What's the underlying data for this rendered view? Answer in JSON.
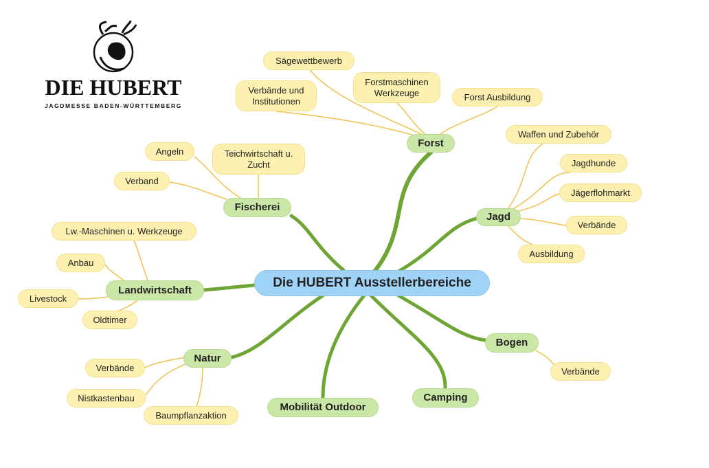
{
  "logo": {
    "title": "DIE HUBERT",
    "subtitle": "JAGDMESSE BADEN-WÜRTTEMBERG"
  },
  "colors": {
    "center": "#9fd3f7",
    "branch": "#cbe7a7",
    "leaf": "#fdf0b0",
    "main_connector": "#6fa535",
    "leaf_connector": "#f2c14e"
  },
  "center": "Die HUBERT Ausstellerbereiche",
  "branches": {
    "forst": {
      "label": "Forst",
      "children": [
        "Sägewettbewerb",
        "Forstmaschinen Werkzeuge",
        "Verbände und Institutionen",
        "Forst Ausbildung"
      ]
    },
    "jagd": {
      "label": "Jagd",
      "children": [
        "Waffen und Zubehör",
        "Jagdhunde",
        "Jägerflohmarkt",
        "Verbände",
        "Ausbildung"
      ]
    },
    "bogen": {
      "label": "Bogen",
      "children": [
        "Verbände"
      ]
    },
    "camping": {
      "label": "Camping"
    },
    "mobilitaet": {
      "label": "Mobilität Outdoor"
    },
    "natur": {
      "label": "Natur",
      "children": [
        "Verbände",
        "Nistkastenbau",
        "Baumpflanzaktion"
      ]
    },
    "landwirtschaft": {
      "label": "Landwirtschaft",
      "children": [
        "Lw.-Maschinen u. Werkzeuge",
        "Anbau",
        "Livestock",
        "Oldtimer"
      ]
    },
    "fischerei": {
      "label": "Fischerei",
      "children": [
        "Angeln",
        "Teichwirtschaft u. Zucht",
        "Verband"
      ]
    }
  }
}
